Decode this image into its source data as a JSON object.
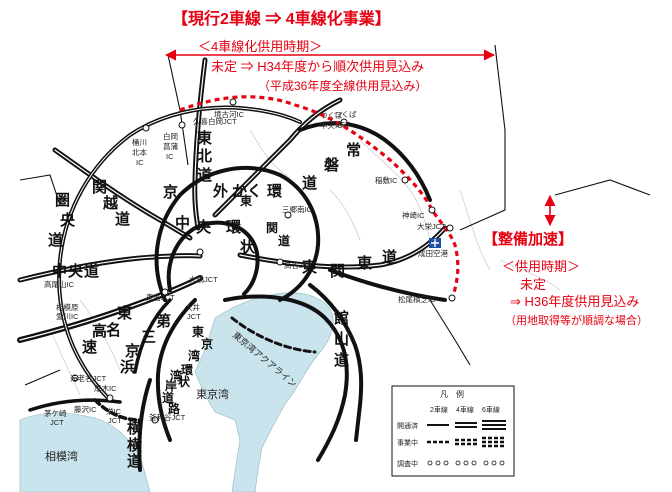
{
  "header": {
    "title": "【現行2車線 ⇒ 4車線化事業】",
    "period_heading": "＜4車線化供用時期＞",
    "period_line1": "未定 ⇒ H34年度から順次供用見込み",
    "period_line2": "（平成36年度全線供用見込み）"
  },
  "callout": {
    "title": "【整備加速】",
    "period_heading": "＜供用時期＞",
    "line1": "未定",
    "line2": "⇒ H36年度供用見込み",
    "line3": "（用地取得等が順調な場合）"
  },
  "roads": {
    "joban": [
      "常",
      "磐",
      "道"
    ],
    "higashi_kanto": [
      "東",
      "関",
      "東",
      "道"
    ],
    "tohoku": [
      "東",
      "北",
      "道"
    ],
    "kanetsu": [
      "関",
      "越",
      "道"
    ],
    "chuo": [
      "中",
      "央",
      "道"
    ],
    "ken_o": [
      "圏",
      "央",
      "道"
    ],
    "gaikan": [
      "京",
      "外",
      "かく",
      "環"
    ],
    "chuo_kanjo": [
      "中",
      "央",
      "環",
      "状"
    ],
    "tomei": [
      "東",
      "名",
      "高",
      "速"
    ],
    "daisan_keihin": [
      "第",
      "三",
      "京",
      "浜"
    ],
    "yokoyoko": [
      "横",
      "横",
      "道"
    ],
    "tokan": [
      "東",
      "関",
      "道"
    ],
    "wangan": [
      "湾",
      "岸",
      "道",
      "路"
    ],
    "kenou_tokan": [
      "東",
      "京",
      "湾",
      "環",
      "状"
    ],
    "tateyama": [
      "館",
      "山",
      "道"
    ],
    "aqualine": "東京湾アクアライン"
  },
  "places": {
    "sakaikoga": "境古河IC",
    "kuki_shiraoka": "久喜白岡JCT",
    "shiraoka_shobu": [
      "白岡",
      "菖蒲",
      "IC"
    ],
    "okegawa": [
      "桶川",
      "北本",
      "IC"
    ],
    "tsukuba_chuo": [
      "つくば",
      "中央IC"
    ],
    "tsukuba_jct": [
      "つくば",
      "JCT"
    ],
    "inashiki": "稲敷IC",
    "kozaki": "神崎IC",
    "ooei": "大栄JCT",
    "narita": "成田空港",
    "matsuo_yokoshiba": "松尾横芝IC",
    "misato": [
      "三郷南IC",
      "高谷JCT"
    ],
    "ohashi": "大橋JCT",
    "tomei_jct": "東名JCT",
    "oi_jct": [
      "大井",
      "JCT"
    ],
    "takao": [
      "高尾山IC",
      "相模原",
      "愛川IC"
    ],
    "ebina": "海老名JCT",
    "samukawa": "厚木IC",
    "fujisawa": [
      "藤沢IC"
    ],
    "chigasaki": [
      "茅ケ崎",
      "JCT"
    ],
    "eiwa": [
      "栄IC",
      "JCT"
    ],
    "kanazawa": "釜利谷JCT"
  },
  "water": {
    "tokyo_bay": "東京湾",
    "sagami_bay": "相模湾"
  },
  "legend": {
    "title": "凡　例",
    "col_2lane": "2車線",
    "col_4lane": "4車線",
    "col_6lane": "6車線",
    "row_open": "開通済",
    "row_building": "事業中",
    "row_survey": "調査中"
  },
  "colors": {
    "accent": "#e60012",
    "road": "#111111",
    "sea": "#c9e4ec",
    "terrain": "#cccccc"
  }
}
